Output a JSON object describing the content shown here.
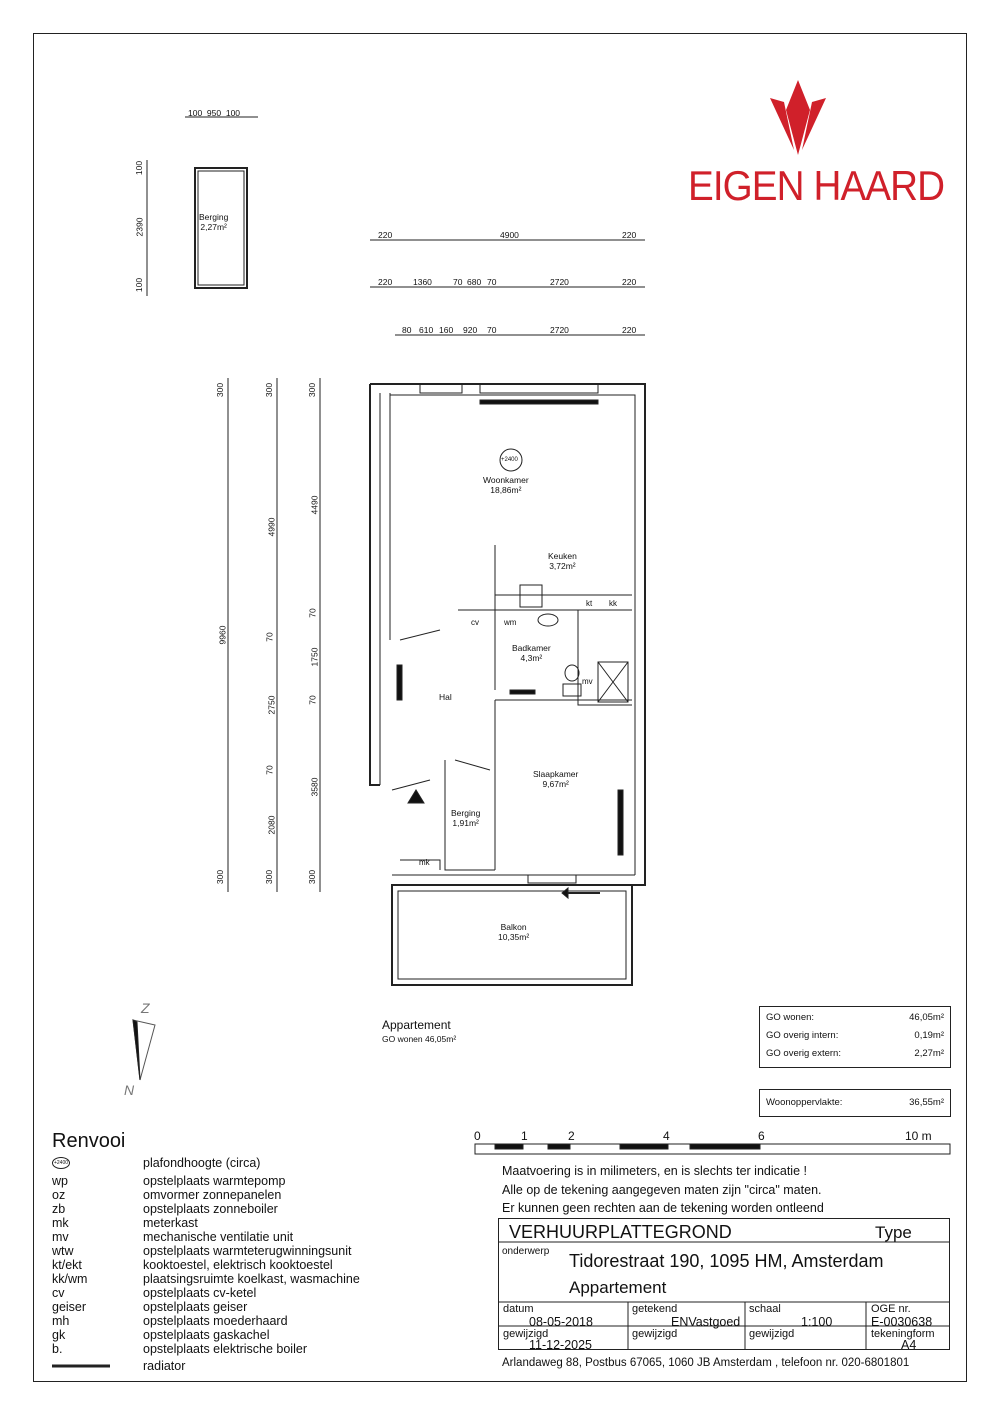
{
  "brand": {
    "name": "EIGEN HAARD",
    "color": "#d0202a"
  },
  "plan": {
    "rooms": [
      {
        "name": "Berging",
        "area": "2,27m²"
      },
      {
        "name": "Woonkamer",
        "area": "18,86m²"
      },
      {
        "name": "Keuken",
        "area": "3,72m²"
      },
      {
        "name": "Badkamer",
        "area": "4,3m²"
      },
      {
        "name": "Hal",
        "area": ""
      },
      {
        "name": "Slaapkamer",
        "area": "9,67m²"
      },
      {
        "name": "Berging",
        "area": "1,91m²"
      },
      {
        "name": "Balkon",
        "area": "10,35m²"
      }
    ],
    "fixtures": [
      "kt",
      "kk",
      "cv",
      "wm",
      "mv",
      "mk"
    ],
    "ceiling_height": "+2400",
    "dims_top": {
      "storage": [
        "100",
        "950",
        "100"
      ],
      "row1": [
        "220",
        "4900",
        "220"
      ],
      "row2": [
        "220",
        "1360",
        "70",
        "680",
        "70",
        "2720",
        "220"
      ],
      "row3": [
        "80",
        "610",
        "160",
        "920",
        "70",
        "2720",
        "220"
      ]
    },
    "dims_side": {
      "storage": [
        "100",
        "2390",
        "100"
      ],
      "col1": [
        "300",
        "9960",
        "300"
      ],
      "col2": [
        "300",
        "4990",
        "70",
        "2750",
        "70",
        "2080",
        "300"
      ],
      "col3": [
        "300",
        "4490",
        "70",
        "1750",
        "70",
        "3580",
        "300"
      ]
    },
    "compass": {
      "north": "N",
      "south": "Z"
    }
  },
  "caption": {
    "title": "Appartement",
    "sub": "GO wonen 46,05m²"
  },
  "areas": [
    {
      "label": "GO wonen:",
      "value": "46,05m²"
    },
    {
      "label": "GO overig intern:",
      "value": "0,19m²"
    },
    {
      "label": "GO overig extern:",
      "value": "2,27m²"
    }
  ],
  "woonoppervlakte": {
    "label": "Woonoppervlakte:",
    "value": "36,55m²"
  },
  "legend": {
    "title": "Renvooi",
    "items": [
      {
        "key": "+2400",
        "text": "plafondhoogte (circa)"
      },
      {
        "key": "wp",
        "text": "opstelplaats warmtepomp"
      },
      {
        "key": "oz",
        "text": "omvormer zonnepanelen"
      },
      {
        "key": "zb",
        "text": "opstelplaats zonneboiler"
      },
      {
        "key": "mk",
        "text": "meterkast"
      },
      {
        "key": "mv",
        "text": "mechanische ventilatie unit"
      },
      {
        "key": "wtw",
        "text": "opstelplaats warmteterugwinningsunit"
      },
      {
        "key": "kt/ekt",
        "text": "kooktoestel, elektrisch kooktoestel"
      },
      {
        "key": "kk/wm",
        "text": "plaatsingsruimte koelkast, wasmachine"
      },
      {
        "key": "cv",
        "text": "opstelplaats cv-ketel"
      },
      {
        "key": "geiser",
        "text": "opstelplaats geiser"
      },
      {
        "key": "mh",
        "text": "opstelplaats moederhaard"
      },
      {
        "key": "gk",
        "text": "opstelplaats gaskachel"
      },
      {
        "key": "b.",
        "text": "opstelplaats elektrische boiler"
      },
      {
        "key": "",
        "text": "radiator"
      }
    ]
  },
  "scalebar": {
    "labels": [
      "0",
      "1",
      "2",
      "4",
      "6",
      "10  m"
    ]
  },
  "notes": [
    "Maatvoering is in milimeters, en is slechts ter indicatie !",
    "Alle op de tekening aangegeven maten zijn \"circa\" maten.",
    "Er kunnen geen rechten aan de tekening worden ontleend"
  ],
  "titleblock": {
    "title": "VERHUURPLATTEGROND",
    "type_label": "Type",
    "onderwerp_label": "onderwerp",
    "address": "Tidorestraat 190, 1095 HM, Amsterdam",
    "subject": "Appartement",
    "datum_label": "datum",
    "datum": "08-05-2018",
    "getekend_label": "getekend",
    "getekend": "ENVastgoed",
    "schaal_label": "schaal",
    "schaal": "1:100",
    "oge_label": "OGE nr.",
    "oge": "E-0030638",
    "gewijzigd_label": "gewijzigd",
    "gewijzigd": "11-12-2025",
    "gewijzigd2_label": "gewijzigd",
    "gewijzigd3_label": "gewijzigd",
    "form_label": "tekeningform",
    "form": "A4"
  },
  "footer": "Arlandaweg 88, Postbus 67065, 1060 JB Amsterdam , telefoon nr. 020-6801801"
}
